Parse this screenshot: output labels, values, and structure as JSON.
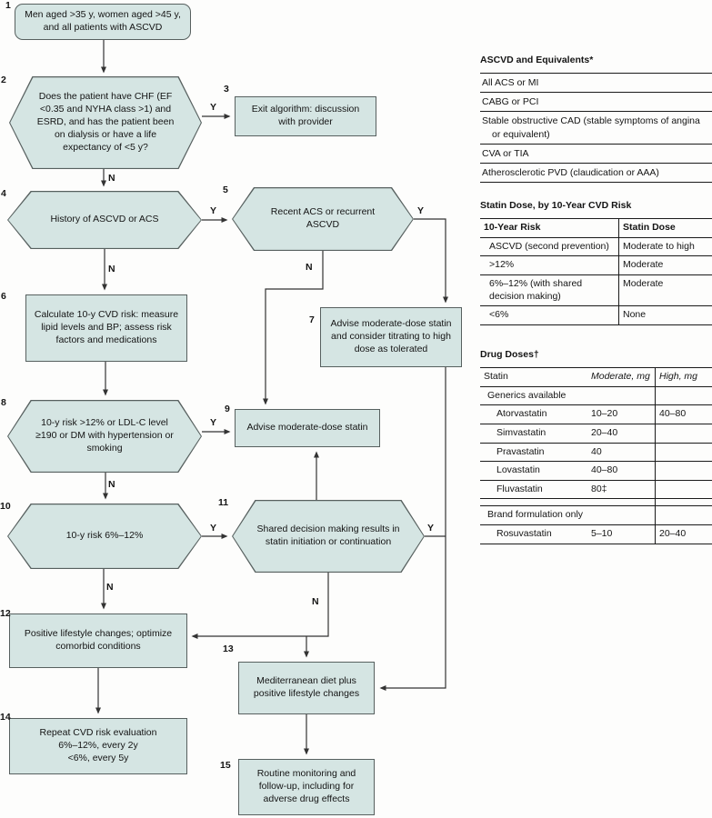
{
  "flow": {
    "labels": {
      "yes": "Y",
      "no": "N"
    },
    "nodes": [
      {
        "id": "1",
        "text": "Men aged >35 y, women aged >45 y, and all patients with ASCVD"
      },
      {
        "id": "2",
        "text": "Does the patient have CHF (EF <0.35 and NYHA class >1) and ESRD, and has the patient been on dialysis or have a life expectancy of <5 y?"
      },
      {
        "id": "3",
        "text": "Exit algorithm: discussion with provider"
      },
      {
        "id": "4",
        "text": "History of ASCVD or ACS"
      },
      {
        "id": "5",
        "text": "Recent ACS or recurrent ASCVD"
      },
      {
        "id": "6",
        "text": "Calculate 10-y CVD risk: measure lipid levels and BP; assess risk factors and medications"
      },
      {
        "id": "7",
        "text": "Advise moderate-dose statin and consider titrating to high dose as tolerated"
      },
      {
        "id": "8",
        "text": "10-y risk >12% or LDL-C level ≥190 or DM with hypertension or smoking"
      },
      {
        "id": "9",
        "text": "Advise moderate-dose statin"
      },
      {
        "id": "10",
        "text": "10-y risk 6%–12%"
      },
      {
        "id": "11",
        "text": "Shared decision making results in statin initiation or continuation"
      },
      {
        "id": "12",
        "text": "Positive lifestyle changes; optimize comorbid conditions"
      },
      {
        "id": "13",
        "text": "Mediterranean diet plus positive lifestyle changes"
      },
      {
        "id": "14",
        "text": "Repeat CVD risk evaluation\n6%–12%, every 2y\n<6%, every 5y"
      },
      {
        "id": "15",
        "text": "Routine monitoring and follow-up, including for adverse drug effects"
      }
    ]
  },
  "tables": {
    "ascvd": {
      "title": "ASCVD and Equivalents*",
      "rows": [
        "All ACS or MI",
        "CABG or PCI",
        "Stable obstructive CAD (stable symptoms of angina or equivalent)",
        "CVA or TIA",
        "Atherosclerotic PVD (claudication or AAA)"
      ]
    },
    "statin_dose": {
      "title": "Statin Dose, by 10-Year CVD Risk",
      "headers": [
        "10-Year Risk",
        "Statin Dose"
      ],
      "rows": [
        [
          "ASCVD (second prevention)",
          "Moderate to high"
        ],
        [
          ">12%",
          "Moderate"
        ],
        [
          "6%–12% (with shared decision making)",
          "Moderate"
        ],
        [
          "<6%",
          "None"
        ]
      ]
    },
    "drug_doses": {
      "title": "Drug Doses†",
      "headers": [
        "Statin",
        "Moderate, mg",
        "High, mg"
      ],
      "sections": [
        {
          "label": "Generics available",
          "rows": [
            [
              "Atorvastatin",
              "10–20",
              "40–80"
            ],
            [
              "Simvastatin",
              "20–40",
              ""
            ],
            [
              "Pravastatin",
              "40",
              ""
            ],
            [
              "Lovastatin",
              "40–80",
              ""
            ],
            [
              "Fluvastatin",
              "80‡",
              ""
            ]
          ]
        },
        {
          "label": "Brand formulation only",
          "rows": [
            [
              "Rosuvastatin",
              "5–10",
              "20–40"
            ]
          ]
        }
      ]
    }
  },
  "colors": {
    "node_fill": "#d5e5e3",
    "node_border": "#57605f",
    "line": "#333333"
  }
}
